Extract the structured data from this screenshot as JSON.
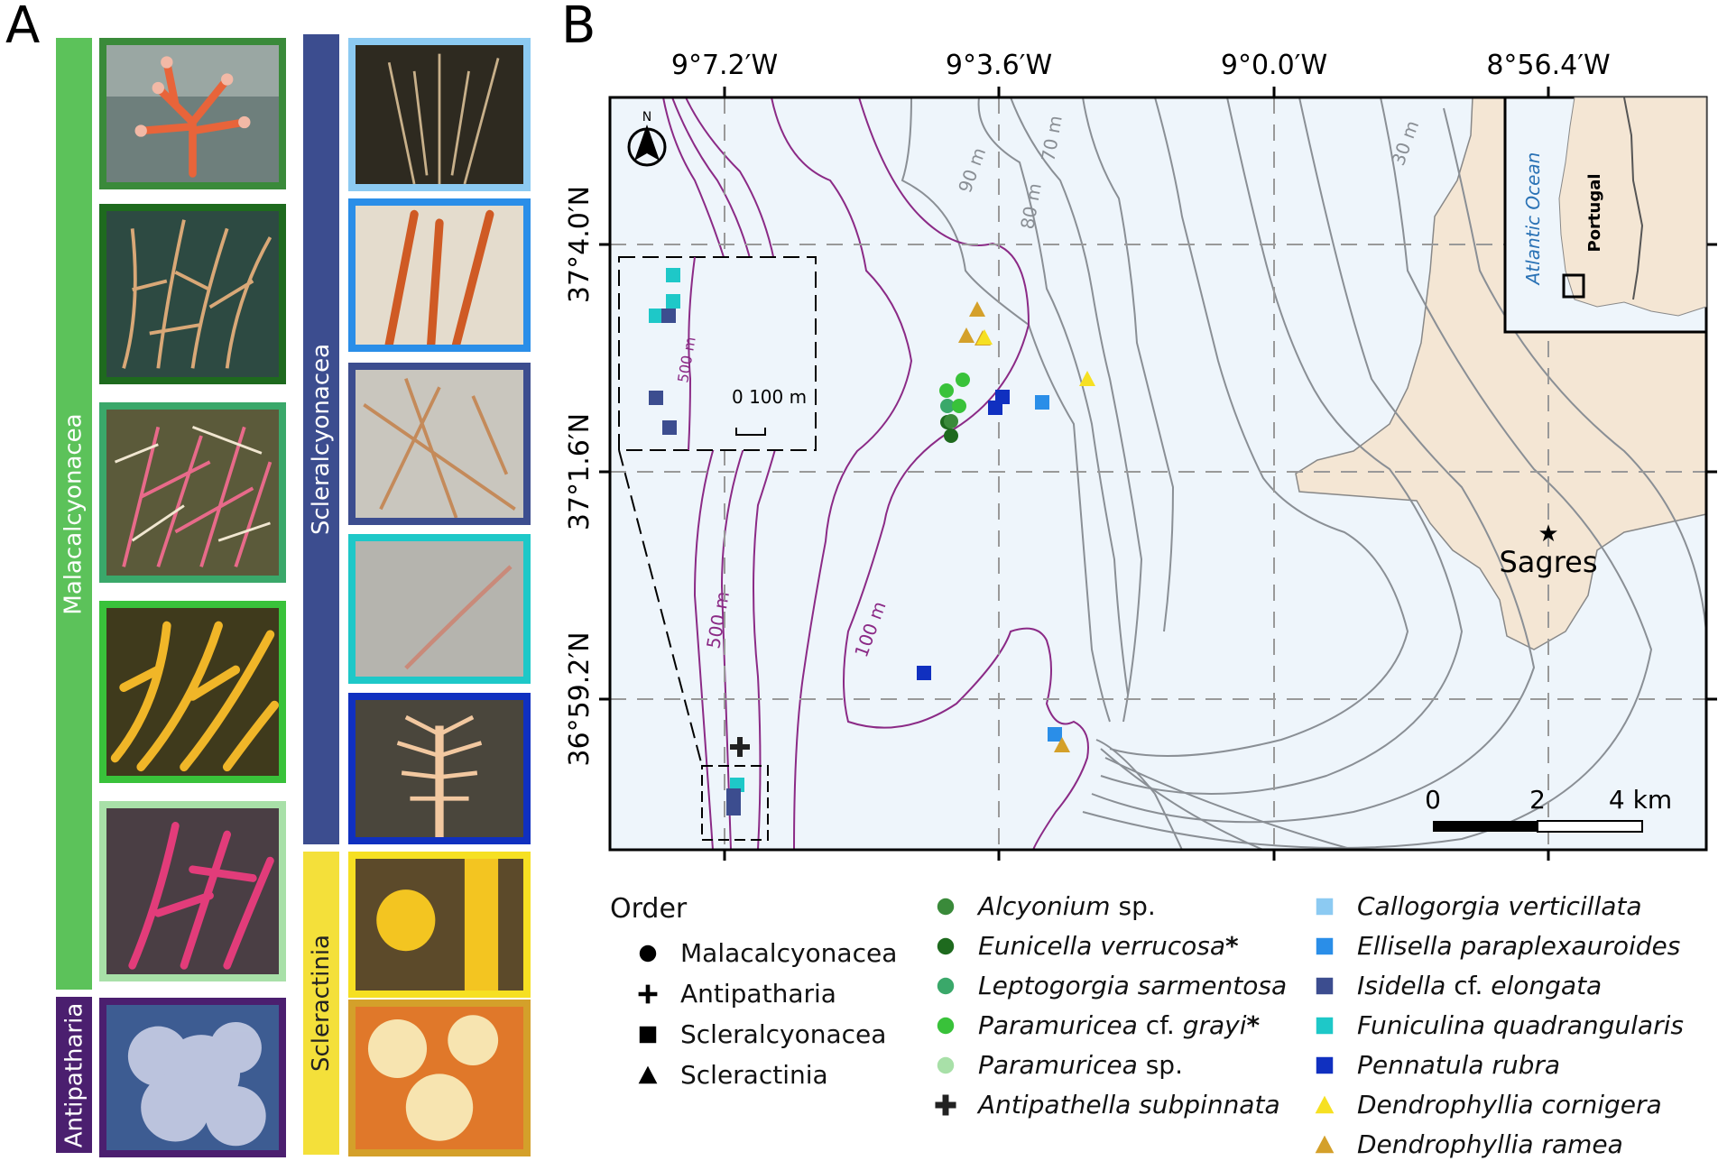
{
  "panels": {
    "a": "A",
    "b": "B"
  },
  "orders_bars": {
    "malacalcyonacea": {
      "label": "Malacalcyonacea",
      "color": "#5cc25a"
    },
    "antipatharia": {
      "label": "Antipatharia",
      "color": "#4b1f6f"
    },
    "scleralcyonacea": {
      "label": "Scleralcyonacea",
      "color": "#3c4d8f"
    },
    "scleractinia": {
      "label": "Scleractinia",
      "color": "#f4e03a"
    }
  },
  "photo_colors": {
    "alcyonium": "#3a8a3a",
    "eunicella": "#1e6a1e",
    "leptogorgia": "#3aa86a",
    "paramuricea_grayi": "#39c23a",
    "paramuricea_sp": "#a8e0a8",
    "antipathella": "#4b1f6f",
    "callogorgia": "#8ccaf2",
    "ellisella": "#2a8ee8",
    "isidella": "#3c4d8f",
    "funiculina": "#1ec8c8",
    "pennatula": "#1030c0",
    "d_cornigera": "#f6e022",
    "d_ramea": "#d4a02a"
  },
  "map": {
    "lon_labels": [
      "9°7.2′W",
      "9°3.6′W",
      "9°0.0′W",
      "8°56.4′W"
    ],
    "lat_labels": [
      "37°4.0′N",
      "37°1.6′N",
      "36°59.2′N"
    ],
    "contours": [
      "30 m",
      "70 m",
      "80 m",
      "90 m",
      "100 m",
      "500 m"
    ],
    "inset_contour": "500 m",
    "inset_scale": "0 100 m",
    "place": "Sagres",
    "country": "Portugal",
    "ocean": "Atlantic Ocean",
    "north": "N",
    "scale_labels": [
      "0",
      "2",
      "4 km"
    ],
    "colors": {
      "sea": "#eef5fb",
      "land": "#f4e6d4",
      "contour_deep": "#8b2a86",
      "contour_shallow": "#8a8f95"
    }
  },
  "legend": {
    "order_title": "Order",
    "orders": [
      "Malacalcyonacea",
      "Antipatharia",
      "Scleralcyonacea",
      "Scleractinia"
    ],
    "species_col1": [
      {
        "genus": "Alcyonium",
        "rest": " sp.",
        "star": ""
      },
      {
        "genus": "Eunicella verrucosa",
        "rest": "",
        "star": "*"
      },
      {
        "genus": "Leptogorgia sarmentosa",
        "rest": "",
        "star": ""
      },
      {
        "genus": "Paramuricea",
        "rest": " cf. ",
        "genus2": "grayi",
        "star": "*"
      },
      {
        "genus": "Paramuricea",
        "rest": " sp.",
        "star": ""
      },
      {
        "genus": "Antipathella subpinnata",
        "rest": "",
        "star": ""
      }
    ],
    "species_col2": [
      {
        "genus": "Callogorgia verticillata",
        "rest": ""
      },
      {
        "genus": "Ellisella paraplexauroides",
        "rest": ""
      },
      {
        "genus": "Isidella",
        "rest": " cf. ",
        "genus2": "elongata"
      },
      {
        "genus": "Funiculina quadrangularis",
        "rest": ""
      },
      {
        "genus": "Pennatula rubra",
        "rest": ""
      },
      {
        "genus": "Dendrophyllia cornigera",
        "rest": ""
      },
      {
        "genus": "Dendrophyllia ramea",
        "rest": ""
      }
    ]
  }
}
